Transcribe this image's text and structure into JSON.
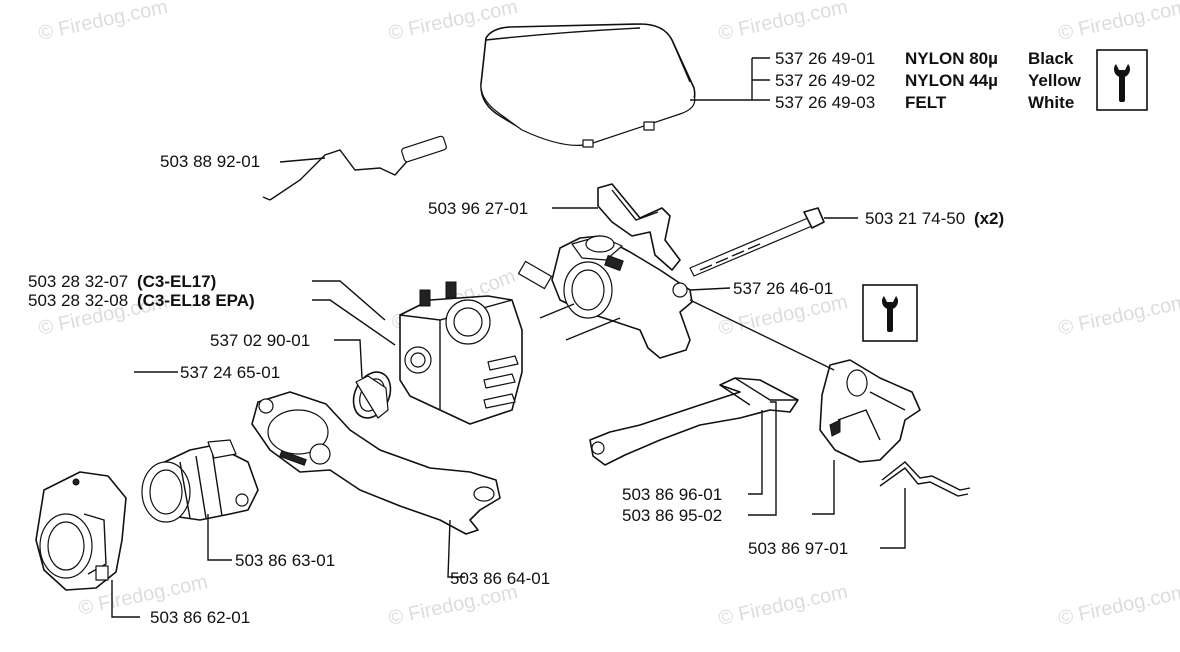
{
  "watermark": "© Firedog.com",
  "air_filter": {
    "rows": [
      {
        "pn": "537 26 49-01",
        "mat": "NYLON 80µ",
        "color": "Black"
      },
      {
        "pn": "537 26 49-02",
        "mat": "NYLON 44µ",
        "color": "Yellow"
      },
      {
        "pn": "537 26 49-03",
        "mat": "FELT",
        "color": "White"
      }
    ]
  },
  "labels": {
    "rod": "503 88 92-01",
    "bracket": "503 96 27-01",
    "bolt_pn": "503 21 74-50",
    "bolt_qty": "(x2)",
    "carb_a_pn": "503 28 32-07",
    "carb_a_model": "(C3-EL17)",
    "carb_b_pn": "503 28 32-08",
    "carb_b_model": "(C3-EL18 EPA)",
    "throttle": "537 26 46-01",
    "gasket_ring": "537 02 90-01",
    "circlip": "537 24 65-01",
    "lever_a": "503 86 96-01",
    "lever_b": "503 86 95-02",
    "cover": "503 86 97-01",
    "intake": "503 86 63-01",
    "flange": "503 86 64-01",
    "housing": "503 86 62-01"
  },
  "tool_icon": "wrench-icon"
}
